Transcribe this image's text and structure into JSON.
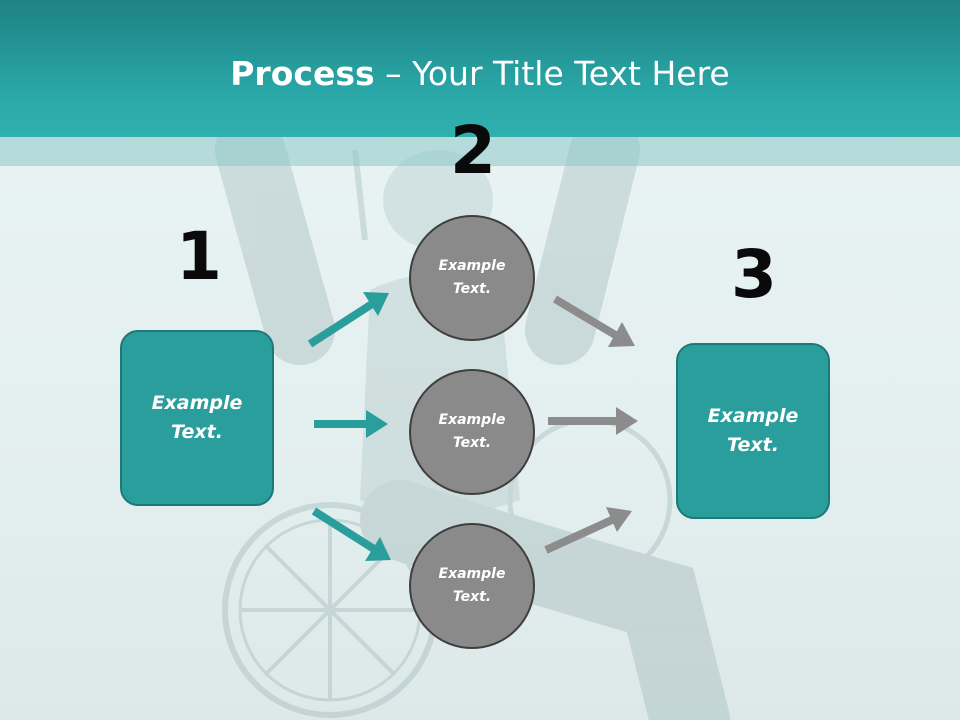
{
  "title": {
    "bold": "Process",
    "rest": " – Your Title Text Here"
  },
  "steps": {
    "one": "1",
    "two": "2",
    "three": "3"
  },
  "left_box": {
    "text": "Example\nText."
  },
  "right_box": {
    "text": "Example\nText."
  },
  "circles": [
    {
      "text": "Example\nText."
    },
    {
      "text": "Example\nText."
    },
    {
      "text": "Example\nText."
    }
  ],
  "colors": {
    "header": "#2aa8a8",
    "box_fill": "#2a9e9c",
    "circle_fill": "#8a8a8a",
    "teal_arrow": "#2a9e9c",
    "gray_arrow": "#8c8c8c"
  }
}
